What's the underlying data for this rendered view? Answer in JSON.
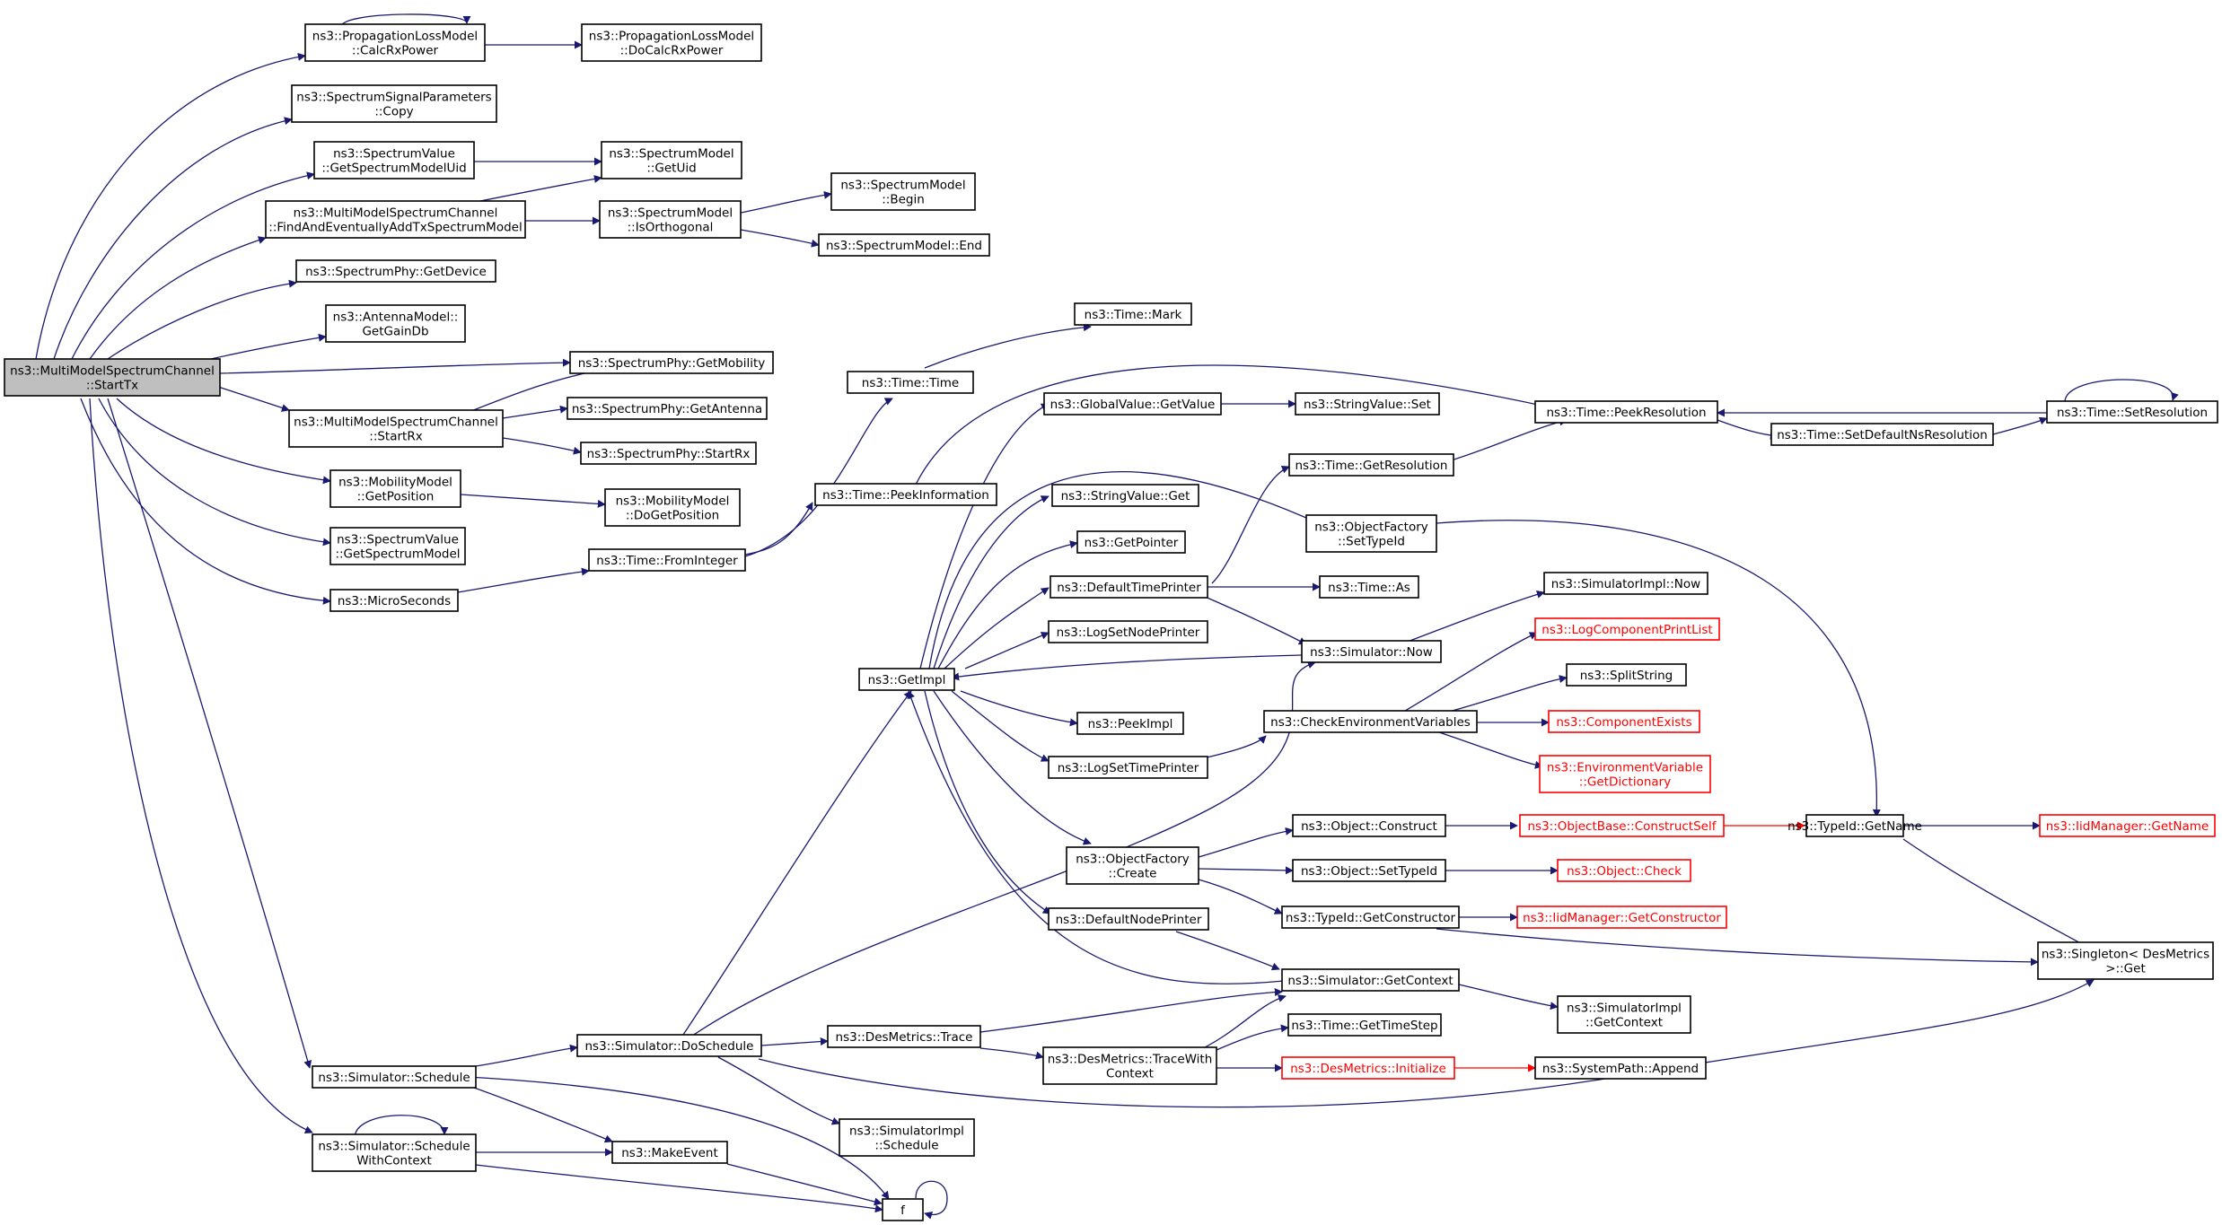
{
  "nodes": {
    "n_starttx": {
      "lines": [
        "ns3::MultiModelSpectrumChannel",
        "::StartTx"
      ],
      "root": true
    },
    "n_calcrx": {
      "lines": [
        "ns3::PropagationLossModel",
        "::CalcRxPower"
      ]
    },
    "n_docalcrx": {
      "lines": [
        "ns3::PropagationLossModel",
        "::DoCalcRxPower"
      ]
    },
    "n_sspcopy": {
      "lines": [
        "ns3::SpectrumSignalParameters",
        "::Copy"
      ]
    },
    "n_getsmuid": {
      "lines": [
        "ns3::SpectrumValue",
        "::GetSpectrumModelUid"
      ]
    },
    "n_smgetuid": {
      "lines": [
        "ns3::SpectrumModel",
        "::GetUid"
      ]
    },
    "n_findadd": {
      "lines": [
        "ns3::MultiModelSpectrumChannel",
        "::FindAndEventuallyAddTxSpectrumModel"
      ]
    },
    "n_isorth": {
      "lines": [
        "ns3::SpectrumModel",
        "::IsOrthogonal"
      ]
    },
    "n_smbegin": {
      "lines": [
        "ns3::SpectrumModel",
        "::Begin"
      ]
    },
    "n_smend": {
      "lines": [
        "ns3::SpectrumModel::End"
      ]
    },
    "n_getdevice": {
      "lines": [
        "ns3::SpectrumPhy::GetDevice"
      ]
    },
    "n_gaindb": {
      "lines": [
        "ns3::AntennaModel::",
        "GetGainDb"
      ]
    },
    "n_getmobility": {
      "lines": [
        "ns3::SpectrumPhy::GetMobility"
      ]
    },
    "n_startrx_ch": {
      "lines": [
        "ns3::MultiModelSpectrumChannel",
        "::StartRx"
      ]
    },
    "n_getantenna": {
      "lines": [
        "ns3::SpectrumPhy::GetAntenna"
      ]
    },
    "n_phystartrx": {
      "lines": [
        "ns3::SpectrumPhy::StartRx"
      ]
    },
    "n_getposition": {
      "lines": [
        "ns3::MobilityModel",
        "::GetPosition"
      ]
    },
    "n_dogetpos": {
      "lines": [
        "ns3::MobilityModel",
        "::DoGetPosition"
      ]
    },
    "n_getsm": {
      "lines": [
        "ns3::SpectrumValue",
        "::GetSpectrumModel"
      ]
    },
    "n_micro": {
      "lines": [
        "ns3::MicroSeconds"
      ]
    },
    "n_frominteger": {
      "lines": [
        "ns3::Time::FromInteger"
      ]
    },
    "n_timetime": {
      "lines": [
        "ns3::Time::Time"
      ]
    },
    "n_timemark": {
      "lines": [
        "ns3::Time::Mark"
      ]
    },
    "n_peekinfo": {
      "lines": [
        "ns3::Time::PeekInformation"
      ]
    },
    "n_gvget": {
      "lines": [
        "ns3::GlobalValue::GetValue"
      ]
    },
    "n_svset": {
      "lines": [
        "ns3::StringValue::Set"
      ]
    },
    "n_peekres": {
      "lines": [
        "ns3::Time::PeekResolution"
      ]
    },
    "n_setres": {
      "lines": [
        "ns3::Time::SetResolution"
      ]
    },
    "n_setdefns": {
      "lines": [
        "ns3::Time::SetDefaultNsResolution"
      ]
    },
    "n_getres": {
      "lines": [
        "ns3::Time::GetResolution"
      ]
    },
    "n_svget": {
      "lines": [
        "ns3::StringValue::Get"
      ]
    },
    "n_ofsettid": {
      "lines": [
        "ns3::ObjectFactory",
        "::SetTypeId"
      ]
    },
    "n_getpointer": {
      "lines": [
        "ns3::GetPointer"
      ]
    },
    "n_dtp": {
      "lines": [
        "ns3::DefaultTimePrinter"
      ]
    },
    "n_timeas": {
      "lines": [
        "ns3::Time::As"
      ]
    },
    "n_simimplnow": {
      "lines": [
        "ns3::SimulatorImpl::Now"
      ]
    },
    "n_lsnp": {
      "lines": [
        "ns3::LogSetNodePrinter"
      ]
    },
    "n_lcpl": {
      "lines": [
        "ns3::LogComponentPrintList"
      ],
      "red": true
    },
    "n_simnow": {
      "lines": [
        "ns3::Simulator::Now"
      ]
    },
    "n_getimpl": {
      "lines": [
        "ns3::GetImpl"
      ]
    },
    "n_splitstring": {
      "lines": [
        "ns3::SplitString"
      ]
    },
    "n_peekimpl": {
      "lines": [
        "ns3::PeekImpl"
      ]
    },
    "n_checkenv": {
      "lines": [
        "ns3::CheckEnvironmentVariables"
      ]
    },
    "n_compexists": {
      "lines": [
        "ns3::ComponentExists"
      ],
      "red": true
    },
    "n_lstp": {
      "lines": [
        "ns3::LogSetTimePrinter"
      ]
    },
    "n_envdict": {
      "lines": [
        "ns3::EnvironmentVariable",
        "::GetDictionary"
      ],
      "red": true
    },
    "n_objconstruct": {
      "lines": [
        "ns3::Object::Construct"
      ]
    },
    "n_obconstructself": {
      "lines": [
        "ns3::ObjectBase::ConstructSelf"
      ],
      "red": true
    },
    "n_tidgetname": {
      "lines": [
        "ns3::TypeId::GetName"
      ]
    },
    "n_iidgetname": {
      "lines": [
        "ns3::IidManager::GetName"
      ],
      "red": true
    },
    "n_ofcreate": {
      "lines": [
        "ns3::ObjectFactory",
        "::Create"
      ]
    },
    "n_objsettid": {
      "lines": [
        "ns3::Object::SetTypeId"
      ]
    },
    "n_objcheck": {
      "lines": [
        "ns3::Object::Check"
      ],
      "red": true
    },
    "n_tidgetctor": {
      "lines": [
        "ns3::TypeId::GetConstructor"
      ]
    },
    "n_iidgetctor": {
      "lines": [
        "ns3::IidManager::GetConstructor"
      ],
      "red": true
    },
    "n_dnp": {
      "lines": [
        "ns3::DefaultNodePrinter"
      ]
    },
    "n_singleton": {
      "lines": [
        "ns3::Singleton< DesMetrics",
        ">::Get"
      ]
    },
    "n_simgetctx": {
      "lines": [
        "ns3::Simulator::GetContext"
      ]
    },
    "n_simimplgetctx": {
      "lines": [
        "ns3::SimulatorImpl",
        "::GetContext"
      ]
    },
    "n_timestep": {
      "lines": [
        "ns3::Time::GetTimeStep"
      ]
    },
    "n_simdosched": {
      "lines": [
        "ns3::Simulator::DoSchedule"
      ]
    },
    "n_desmtrace": {
      "lines": [
        "ns3::DesMetrics::Trace"
      ]
    },
    "n_desmtracectx": {
      "lines": [
        "ns3::DesMetrics::TraceWith",
        "Context"
      ]
    },
    "n_desminit": {
      "lines": [
        "ns3::DesMetrics::Initialize"
      ],
      "red": true
    },
    "n_sysappend": {
      "lines": [
        "ns3::SystemPath::Append"
      ]
    },
    "n_simsched": {
      "lines": [
        "ns3::Simulator::Schedule"
      ]
    },
    "n_simimplsched": {
      "lines": [
        "ns3::SimulatorImpl",
        "::Schedule"
      ]
    },
    "n_simschedctx": {
      "lines": [
        "ns3::Simulator::Schedule",
        "WithContext"
      ]
    },
    "n_makeevent": {
      "lines": [
        "ns3::MakeEvent"
      ]
    },
    "n_f": {
      "lines": [
        "f"
      ]
    }
  },
  "colors": {
    "edge": "#191970",
    "red": "#ff0000",
    "root_fill": "#bfbfbf"
  }
}
